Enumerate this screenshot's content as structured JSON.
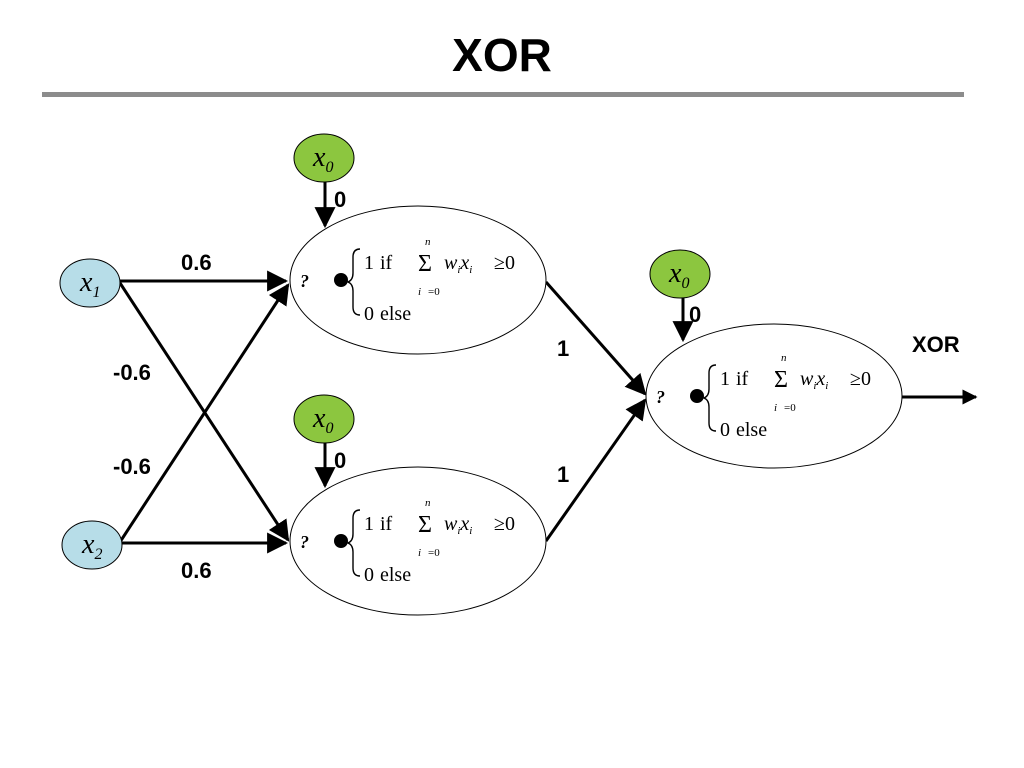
{
  "title": "XOR",
  "output_label": "XOR",
  "colors": {
    "input_node": "#b7dde8",
    "bias_node": "#8cc63f",
    "rule": "#8c8c8c",
    "stroke": "#000000"
  },
  "inputs": [
    {
      "id": "x1",
      "symbol": "x",
      "subscript": "1"
    },
    {
      "id": "x2",
      "symbol": "x",
      "subscript": "2"
    }
  ],
  "bias_nodes": [
    {
      "id": "bias-top",
      "symbol": "x",
      "subscript": "0",
      "weight": "0"
    },
    {
      "id": "bias-bottom",
      "symbol": "x",
      "subscript": "0",
      "weight": "0"
    },
    {
      "id": "bias-output",
      "symbol": "x",
      "subscript": "0",
      "weight": "0"
    }
  ],
  "weights": {
    "x1_to_top": "0.6",
    "x1_to_bottom": "-0.6",
    "x2_to_top": "-0.6",
    "x2_to_bottom": "0.6",
    "top_to_output": "1",
    "bottom_to_output": "1"
  },
  "neuron_formula": {
    "lhs_glyph": "?",
    "case1_value": "1",
    "case1_word": "if",
    "sum_upper": "n",
    "sum_lower": "i",
    "sum_lower_tail": "0",
    "term_w": "w",
    "term_x": "x",
    "term_sub": "i",
    "comparison": "0",
    "case2_value": "0",
    "case2_word": "else"
  }
}
